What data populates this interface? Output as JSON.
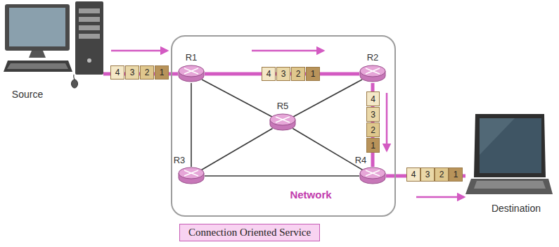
{
  "diagram": {
    "caption": "Connection Oriented Service",
    "nodes": [
      {
        "text": [
          "Source"
        ]
      },
      {
        "text": [
          "4"
        ]
      },
      {
        "text": [
          "3"
        ]
      },
      {
        "text": [
          "2"
        ]
      },
      {
        "text": [
          "1"
        ]
      },
      {
        "text": [
          "Network"
        ]
      },
      {
        "text": [
          "R1"
        ],
        "in": 5
      },
      {
        "text": [
          "4"
        ],
        "in": 5
      },
      {
        "text": [
          "3"
        ],
        "in": 5
      },
      {
        "text": [
          "2"
        ],
        "in": 5
      },
      {
        "text": [
          "1"
        ],
        "in": 5
      },
      {
        "text": [
          "R2"
        ],
        "in": 5
      },
      {
        "text": [
          "R5"
        ],
        "in": 5
      },
      {
        "text": [
          "4"
        ],
        "in": 5
      },
      {
        "text": [
          "3"
        ],
        "in": 5
      },
      {
        "text": [
          "2"
        ],
        "in": 5
      },
      {
        "text": [
          "1"
        ],
        "in": 5
      },
      {
        "text": [
          "R3"
        ],
        "in": 5
      },
      {
        "text": [
          "R4"
        ],
        "in": 5
      },
      {
        "text": [
          "4"
        ]
      },
      {
        "text": [
          "3"
        ]
      },
      {
        "text": [
          "2"
        ]
      },
      {
        "text": [
          "1"
        ]
      },
      {
        "text": [
          "Destination"
        ]
      }
    ],
    "edges": [
      {
        "from": 0,
        "to": 6,
        "arrow": "none"
      },
      {
        "from": 6,
        "to": 11,
        "arrow": "none"
      },
      {
        "from": 11,
        "to": 18,
        "arrow": "none"
      },
      {
        "from": 18,
        "to": 23,
        "arrow": "none"
      },
      {
        "from": 6,
        "to": 17,
        "arrow": "none"
      },
      {
        "from": 6,
        "to": 12,
        "arrow": "none"
      },
      {
        "from": 11,
        "to": 12,
        "arrow": "none"
      },
      {
        "from": 17,
        "to": 12,
        "arrow": "none"
      },
      {
        "from": 12,
        "to": 18,
        "arrow": "none"
      },
      {
        "from": 17,
        "to": 18,
        "arrow": "none"
      }
    ]
  }
}
